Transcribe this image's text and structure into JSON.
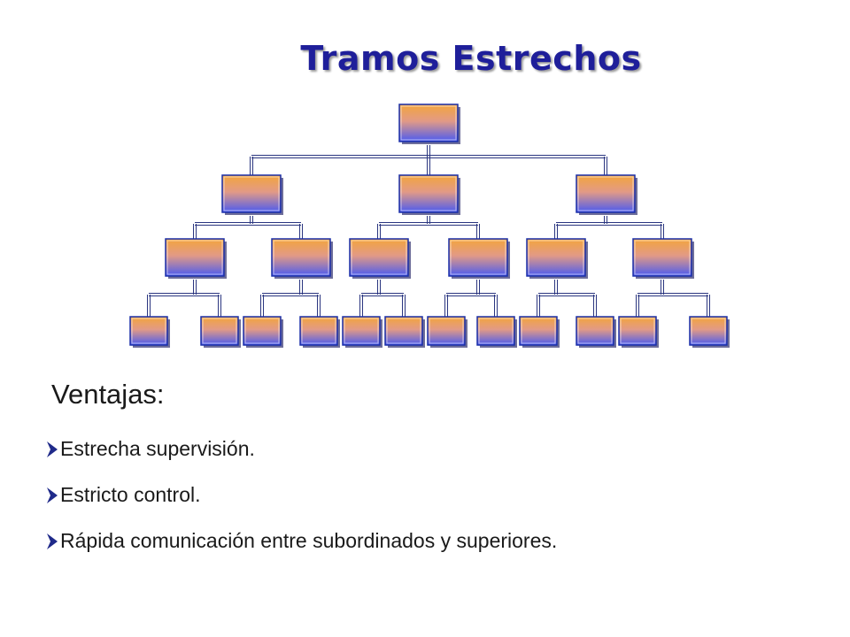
{
  "slide": {
    "title": "Tramos Estrechos",
    "section_heading": "Ventajas:",
    "bullets": [
      "Estrecha supervisión.",
      "Estricto control.",
      "Rápida comunicación entre subordinados y superiores."
    ]
  },
  "org_chart": {
    "levels": 4,
    "nodes_per_level": [
      1,
      3,
      6,
      12
    ],
    "box_gradient": [
      "#f3a53c",
      "#4a5af0"
    ],
    "box_border": "#1a2fa8",
    "connector_color": "#2b3680"
  },
  "colors": {
    "title": "#1f1f9a",
    "text": "#1a1a1a",
    "bullet_arrow": "#1f2a8a"
  },
  "icons": {
    "bullet": "arrow-bullet-icon"
  }
}
